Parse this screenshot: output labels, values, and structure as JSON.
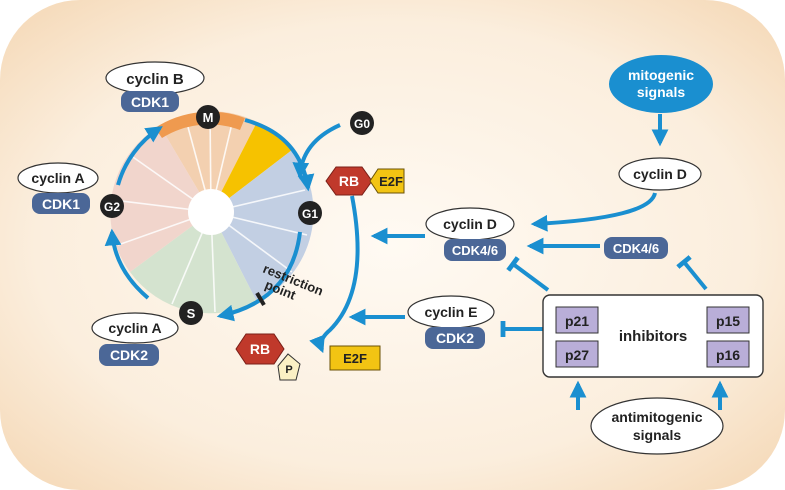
{
  "phases": {
    "m": "M",
    "g0": "G0",
    "g1": "G1",
    "g2": "G2",
    "s": "S"
  },
  "complexes": {
    "cyclin_b": "cyclin B",
    "cdk1_top": "CDK1",
    "cyclin_a_g2": "cyclin A",
    "cdk1_left": "CDK1",
    "cyclin_a_s": "cyclin A",
    "cdk2_left": "CDK2",
    "cyclin_d_main": "cyclin D",
    "cdk46_main": "CDK4/6",
    "cyclin_d_mito": "cyclin D",
    "cdk46_free": "CDK4/6",
    "cyclin_e": "cyclin E",
    "cdk2_right": "CDK2"
  },
  "signals": {
    "mitogenic_line1": "mitogenic",
    "mitogenic_line2": "signals",
    "antimitogenic_line1": "antimitogenic",
    "antimitogenic_line2": "signals"
  },
  "rb": {
    "rb_e2f_rb": "RB",
    "rb_e2f_e2f": "E2F",
    "rb_p_rb": "RB",
    "p": "P",
    "e2f_free": "E2F"
  },
  "restriction": {
    "line1": "restriction",
    "line2": "point"
  },
  "inhibitors": {
    "title": "inhibitors",
    "p21": "p21",
    "p27": "p27",
    "p15": "p15",
    "p16": "p16"
  },
  "colors": {
    "arrow": "#1a8fd0",
    "cdk": "#4b6797",
    "mitogenic": "#1a8fd0",
    "rb": "#c0392b",
    "e2f": "#f2c413",
    "p_box": "#fbf0c4",
    "inhibitor_box": "#b9aed8",
    "background": "#f8e3c8"
  }
}
